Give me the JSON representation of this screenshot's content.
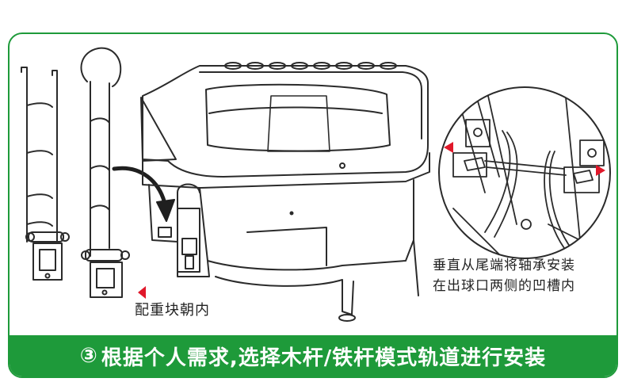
{
  "caption_weight": "配重块朝内",
  "caption_right_line1": "垂直从尾端将轴承安装",
  "caption_right_line2": "在出球口两侧的凹槽内",
  "banner_step": "③",
  "banner_text": "根据个人需求,选择木杆/铁杆模式轨道进行安装",
  "colors": {
    "accent": "#1e9a3a",
    "marker": "#e0182a",
    "line": "#2b2b2b"
  }
}
